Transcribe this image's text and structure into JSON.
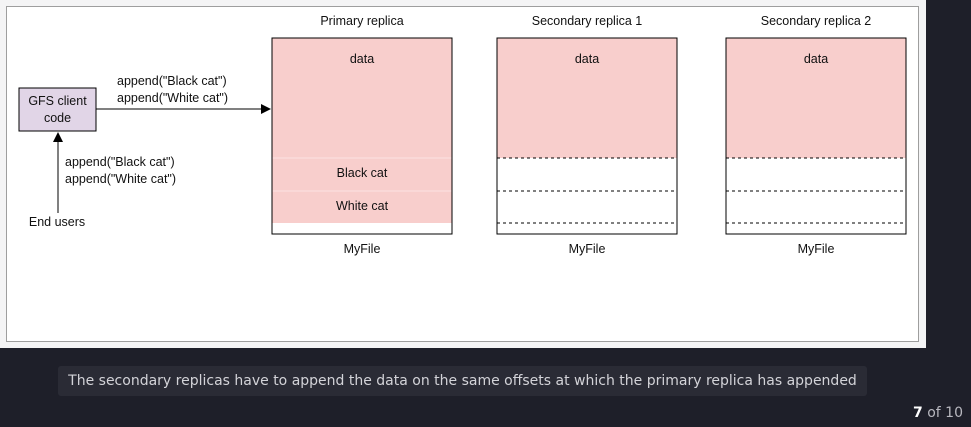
{
  "diagram": {
    "client": {
      "line1": "GFS client",
      "line2": "code"
    },
    "end_users": "End users",
    "append_to_client": {
      "line1": "append(\"Black cat\")",
      "line2": "append(\"White cat\")"
    },
    "append_to_primary": {
      "line1": "append(\"Black cat\")",
      "line2": "append(\"White cat\")"
    },
    "primary": {
      "title": "Primary replica",
      "data_label": "data",
      "record1": "Black cat",
      "record2": "White cat",
      "file_label": "MyFile"
    },
    "secondary1": {
      "title": "Secondary replica  1",
      "data_label": "data",
      "file_label": "MyFile"
    },
    "secondary2": {
      "title": "Secondary replica  2",
      "data_label": "data",
      "file_label": "MyFile"
    },
    "colors": {
      "data_fill": "#f8cecc",
      "client_fill": "#e1d5e7",
      "stroke": "#000000"
    }
  },
  "caption": "The secondary replicas have to append the data on the same offsets at which the primary replica has appended",
  "pager": {
    "current": "7",
    "separator": "of",
    "total": "10"
  }
}
